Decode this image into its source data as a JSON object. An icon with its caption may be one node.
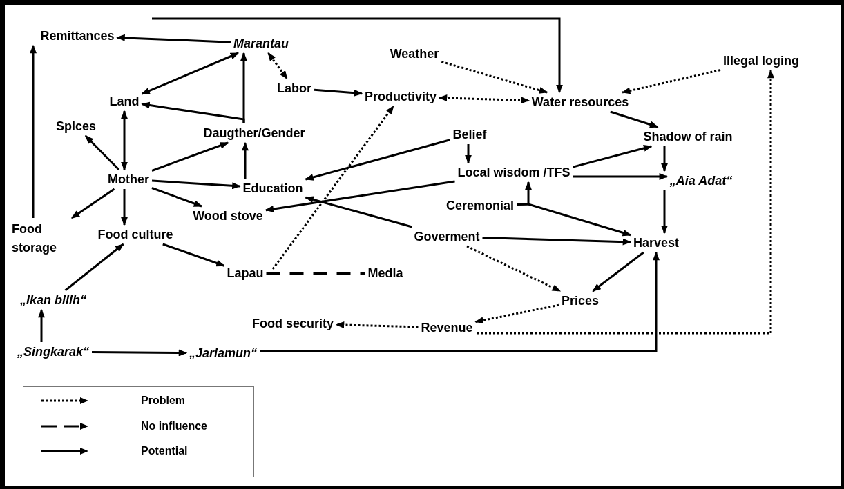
{
  "diagram": {
    "nodes": [
      {
        "text": [
          "Remittances"
        ]
      },
      {
        "text": [
          "Marantau"
        ]
      },
      {
        "text": [
          "Labor"
        ]
      },
      {
        "text": [
          "Productivity"
        ]
      },
      {
        "text": [
          "Weather"
        ]
      },
      {
        "text": [
          "Water resources"
        ]
      },
      {
        "text": [
          "Illegal loging"
        ]
      },
      {
        "text": [
          "Land"
        ]
      },
      {
        "text": [
          "Spices"
        ]
      },
      {
        "text": [
          "Daugther/Gender"
        ]
      },
      {
        "text": [
          "Mother"
        ]
      },
      {
        "text": [
          "Education"
        ]
      },
      {
        "text": [
          "Belief"
        ]
      },
      {
        "text": [
          "Shadow of rain"
        ]
      },
      {
        "text": [
          "Local wisdom /TFS"
        ]
      },
      {
        "text": [
          "„Aia Adat“"
        ]
      },
      {
        "text": [
          "Wood stove"
        ]
      },
      {
        "text": [
          "Ceremonial"
        ]
      },
      {
        "text": [
          "Food storage"
        ]
      },
      {
        "text": [
          "Food culture"
        ]
      },
      {
        "text": [
          "Goverment"
        ]
      },
      {
        "text": [
          "Harvest"
        ]
      },
      {
        "text": [
          "Lapau"
        ]
      },
      {
        "text": [
          "Media"
        ]
      },
      {
        "text": [
          "„Ikan bilih“"
        ]
      },
      {
        "text": [
          "Prices"
        ]
      },
      {
        "text": [
          "Food security"
        ]
      },
      {
        "text": [
          "Revenue"
        ]
      },
      {
        "text": [
          "„Singkarak“"
        ]
      },
      {
        "text": [
          "„Jariamun“"
        ]
      }
    ],
    "edges": [
      {
        "from": 1,
        "to": 0,
        "arrow": "to"
      },
      {
        "from": 7,
        "to": 1,
        "arrow": "both"
      },
      {
        "from": 1,
        "to": 2,
        "arrow": "both",
        "style": "dashed"
      },
      {
        "from": 2,
        "to": 3,
        "arrow": "to"
      },
      {
        "from": 9,
        "to": 7,
        "arrow": "to"
      },
      {
        "from": 9,
        "to": 1,
        "arrow": "to"
      },
      {
        "from": 7,
        "to": 10,
        "arrow": "both"
      },
      {
        "from": 10,
        "to": 8,
        "arrow": "to"
      },
      {
        "from": 10,
        "to": 9,
        "arrow": "to"
      },
      {
        "from": 10,
        "to": 11,
        "arrow": "to"
      },
      {
        "from": 11,
        "to": 9,
        "arrow": "to"
      },
      {
        "from": 10,
        "to": 18,
        "arrow": "to"
      },
      {
        "from": 10,
        "to": 19,
        "arrow": "to"
      },
      {
        "from": 10,
        "to": 16,
        "arrow": "to"
      },
      {
        "from": 18,
        "to": 0,
        "arrow": "to"
      },
      {
        "from": null,
        "to": 5,
        "arrow": "to"
      },
      {
        "from": 4,
        "to": 5,
        "arrow": "to",
        "style": "dashed"
      },
      {
        "from": 6,
        "to": 5,
        "arrow": "to",
        "style": "dashed"
      },
      {
        "from": 3,
        "to": 5,
        "arrow": "both",
        "style": "dashed"
      },
      {
        "from": 5,
        "to": 13,
        "arrow": "to"
      },
      {
        "from": 12,
        "to": 11,
        "arrow": "to"
      },
      {
        "from": 12,
        "to": 14,
        "arrow": "to"
      },
      {
        "from": 14,
        "to": 16,
        "arrow": "to"
      },
      {
        "from": 14,
        "to": 13,
        "arrow": "to"
      },
      {
        "from": 14,
        "to": 15,
        "arrow": "to"
      },
      {
        "from": 13,
        "to": 15,
        "arrow": "to"
      },
      {
        "from": 15,
        "to": 21,
        "arrow": "to"
      },
      {
        "from": 20,
        "to": 11,
        "arrow": "to"
      },
      {
        "from": 22,
        "to": 3,
        "arrow": "to",
        "style": "dashed"
      },
      {
        "from": 17,
        "to": 14,
        "arrow": "to"
      },
      {
        "from": 17,
        "to": 21,
        "arrow": "to"
      },
      {
        "from": 20,
        "to": 21,
        "arrow": "to"
      },
      {
        "from": 20,
        "to": 25,
        "arrow": "to",
        "style": "dashed"
      },
      {
        "from": 21,
        "to": 25,
        "arrow": "to"
      },
      {
        "from": 25,
        "to": 27,
        "arrow": "to",
        "style": "dashed"
      },
      {
        "from": 27,
        "to": 26,
        "arrow": "to",
        "style": "dashed"
      },
      {
        "from": 27,
        "to": 6,
        "arrow": "to",
        "style": "dashed"
      },
      {
        "from": 29,
        "to": 21,
        "arrow": "to"
      },
      {
        "from": 28,
        "to": 29,
        "arrow": "to"
      },
      {
        "from": 28,
        "to": 24,
        "arrow": "to"
      },
      {
        "from": 24,
        "to": 19,
        "arrow": "to"
      },
      {
        "from": 19,
        "to": 22,
        "arrow": "to"
      },
      {
        "from": 22,
        "to": 23,
        "arrow": "none",
        "style": "dashed"
      }
    ],
    "legend": [
      {
        "text": "Problem"
      },
      {
        "text": "No influence"
      },
      {
        "text": "Potential"
      }
    ]
  }
}
